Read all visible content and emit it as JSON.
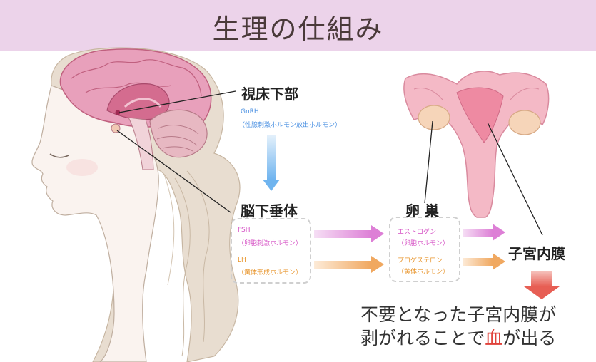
{
  "title": "生理の仕組み",
  "hypothalamus": {
    "label": "視床下部",
    "hormone": "GnRH",
    "hormone_desc": "（性腺刺激ホルモン放出ホルモン）"
  },
  "pituitary": {
    "label": "脳下垂体",
    "fsh": "FSH",
    "fsh_desc": "（卵胞刺激ホルモン）",
    "lh": "LH",
    "lh_desc": "（黄体形成ホルモン）"
  },
  "ovary": {
    "label": "卵 巣",
    "estrogen": "エストロゲン",
    "estrogen_desc": "（卵胞ホルモン）",
    "progesterone": "プロゲステロン",
    "progesterone_desc": "（黄体ホルモン）"
  },
  "endometrium": {
    "label": "子宮内膜"
  },
  "result": {
    "line1": "不要となった子宮内膜が",
    "line2_prefix": "剥がれることで",
    "line2_highlight": "血",
    "line2_suffix": "が出る"
  },
  "colors": {
    "header": "#ecd3ea",
    "blue": "#4a90e2",
    "pink": "#d54fc4",
    "orange": "#e8962e",
    "red": "#e0413a"
  }
}
